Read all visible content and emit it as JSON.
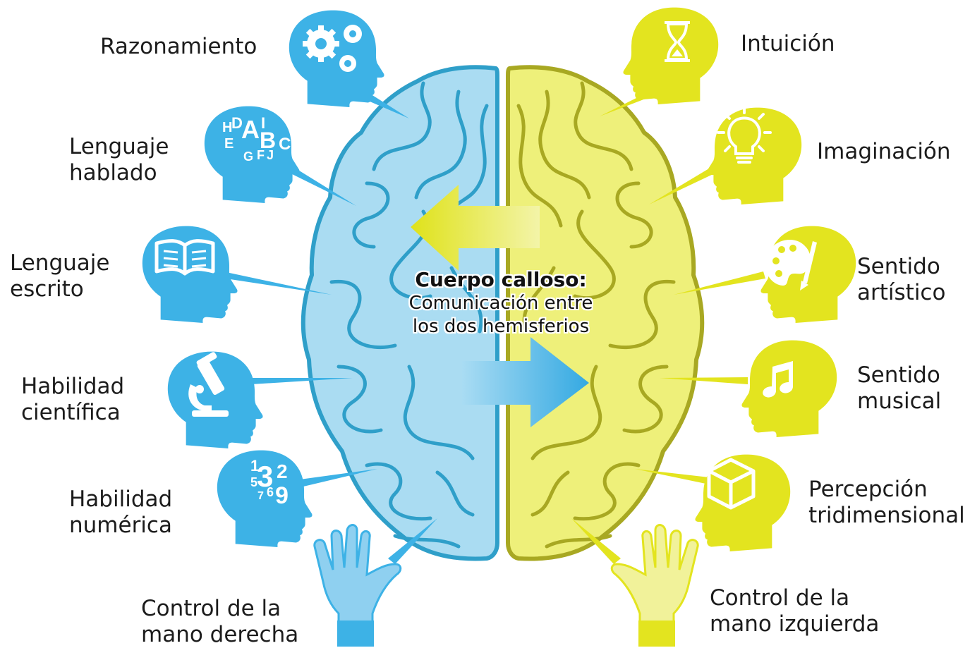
{
  "colors": {
    "left_hemisphere_fill": "#aadcf2",
    "left_hemisphere_stroke": "#2f9fc9",
    "right_hemisphere_fill": "#eef07a",
    "right_hemisphere_stroke": "#a8a822",
    "blue_head": "#3db2e6",
    "yellow_head": "#e3e41f"
  },
  "center": {
    "title": "Cuerpo calloso:",
    "subtitle_line1": "Comunicación entre",
    "subtitle_line2": "los dos hemisferios"
  },
  "left_functions": [
    {
      "line1": "Razonamiento",
      "line2": "",
      "icon": "gears-icon"
    },
    {
      "line1": "Lenguaje",
      "line2": "hablado",
      "icon": "letters-icon"
    },
    {
      "line1": "Lenguaje",
      "line2": "escrito",
      "icon": "book-icon"
    },
    {
      "line1": "Habilidad",
      "line2": "científica",
      "icon": "microscope-icon"
    },
    {
      "line1": "Habilidad",
      "line2": "numérica",
      "icon": "numbers-icon"
    },
    {
      "line1": "Control de la",
      "line2": "mano derecha",
      "icon": "right-hand-icon"
    }
  ],
  "right_functions": [
    {
      "line1": "Intuición",
      "line2": "",
      "icon": "hourglass-icon"
    },
    {
      "line1": "Imaginación",
      "line2": "",
      "icon": "lightbulb-icon"
    },
    {
      "line1": "Sentido",
      "line2": "artístico",
      "icon": "palette-icon"
    },
    {
      "line1": "Sentido",
      "line2": "musical",
      "icon": "music-note-icon"
    },
    {
      "line1": "Percepción",
      "line2": "tridimensional",
      "icon": "cube-icon"
    },
    {
      "line1": "Control de la",
      "line2": "mano izquierda",
      "icon": "left-hand-icon"
    }
  ],
  "icon_glyphs": {
    "letters": [
      "H",
      "D",
      "A",
      "I",
      "E",
      "B",
      "C",
      "G",
      "F",
      "J"
    ],
    "numbers": [
      "1",
      "3",
      "2",
      "5",
      "7",
      "6",
      "9"
    ]
  }
}
